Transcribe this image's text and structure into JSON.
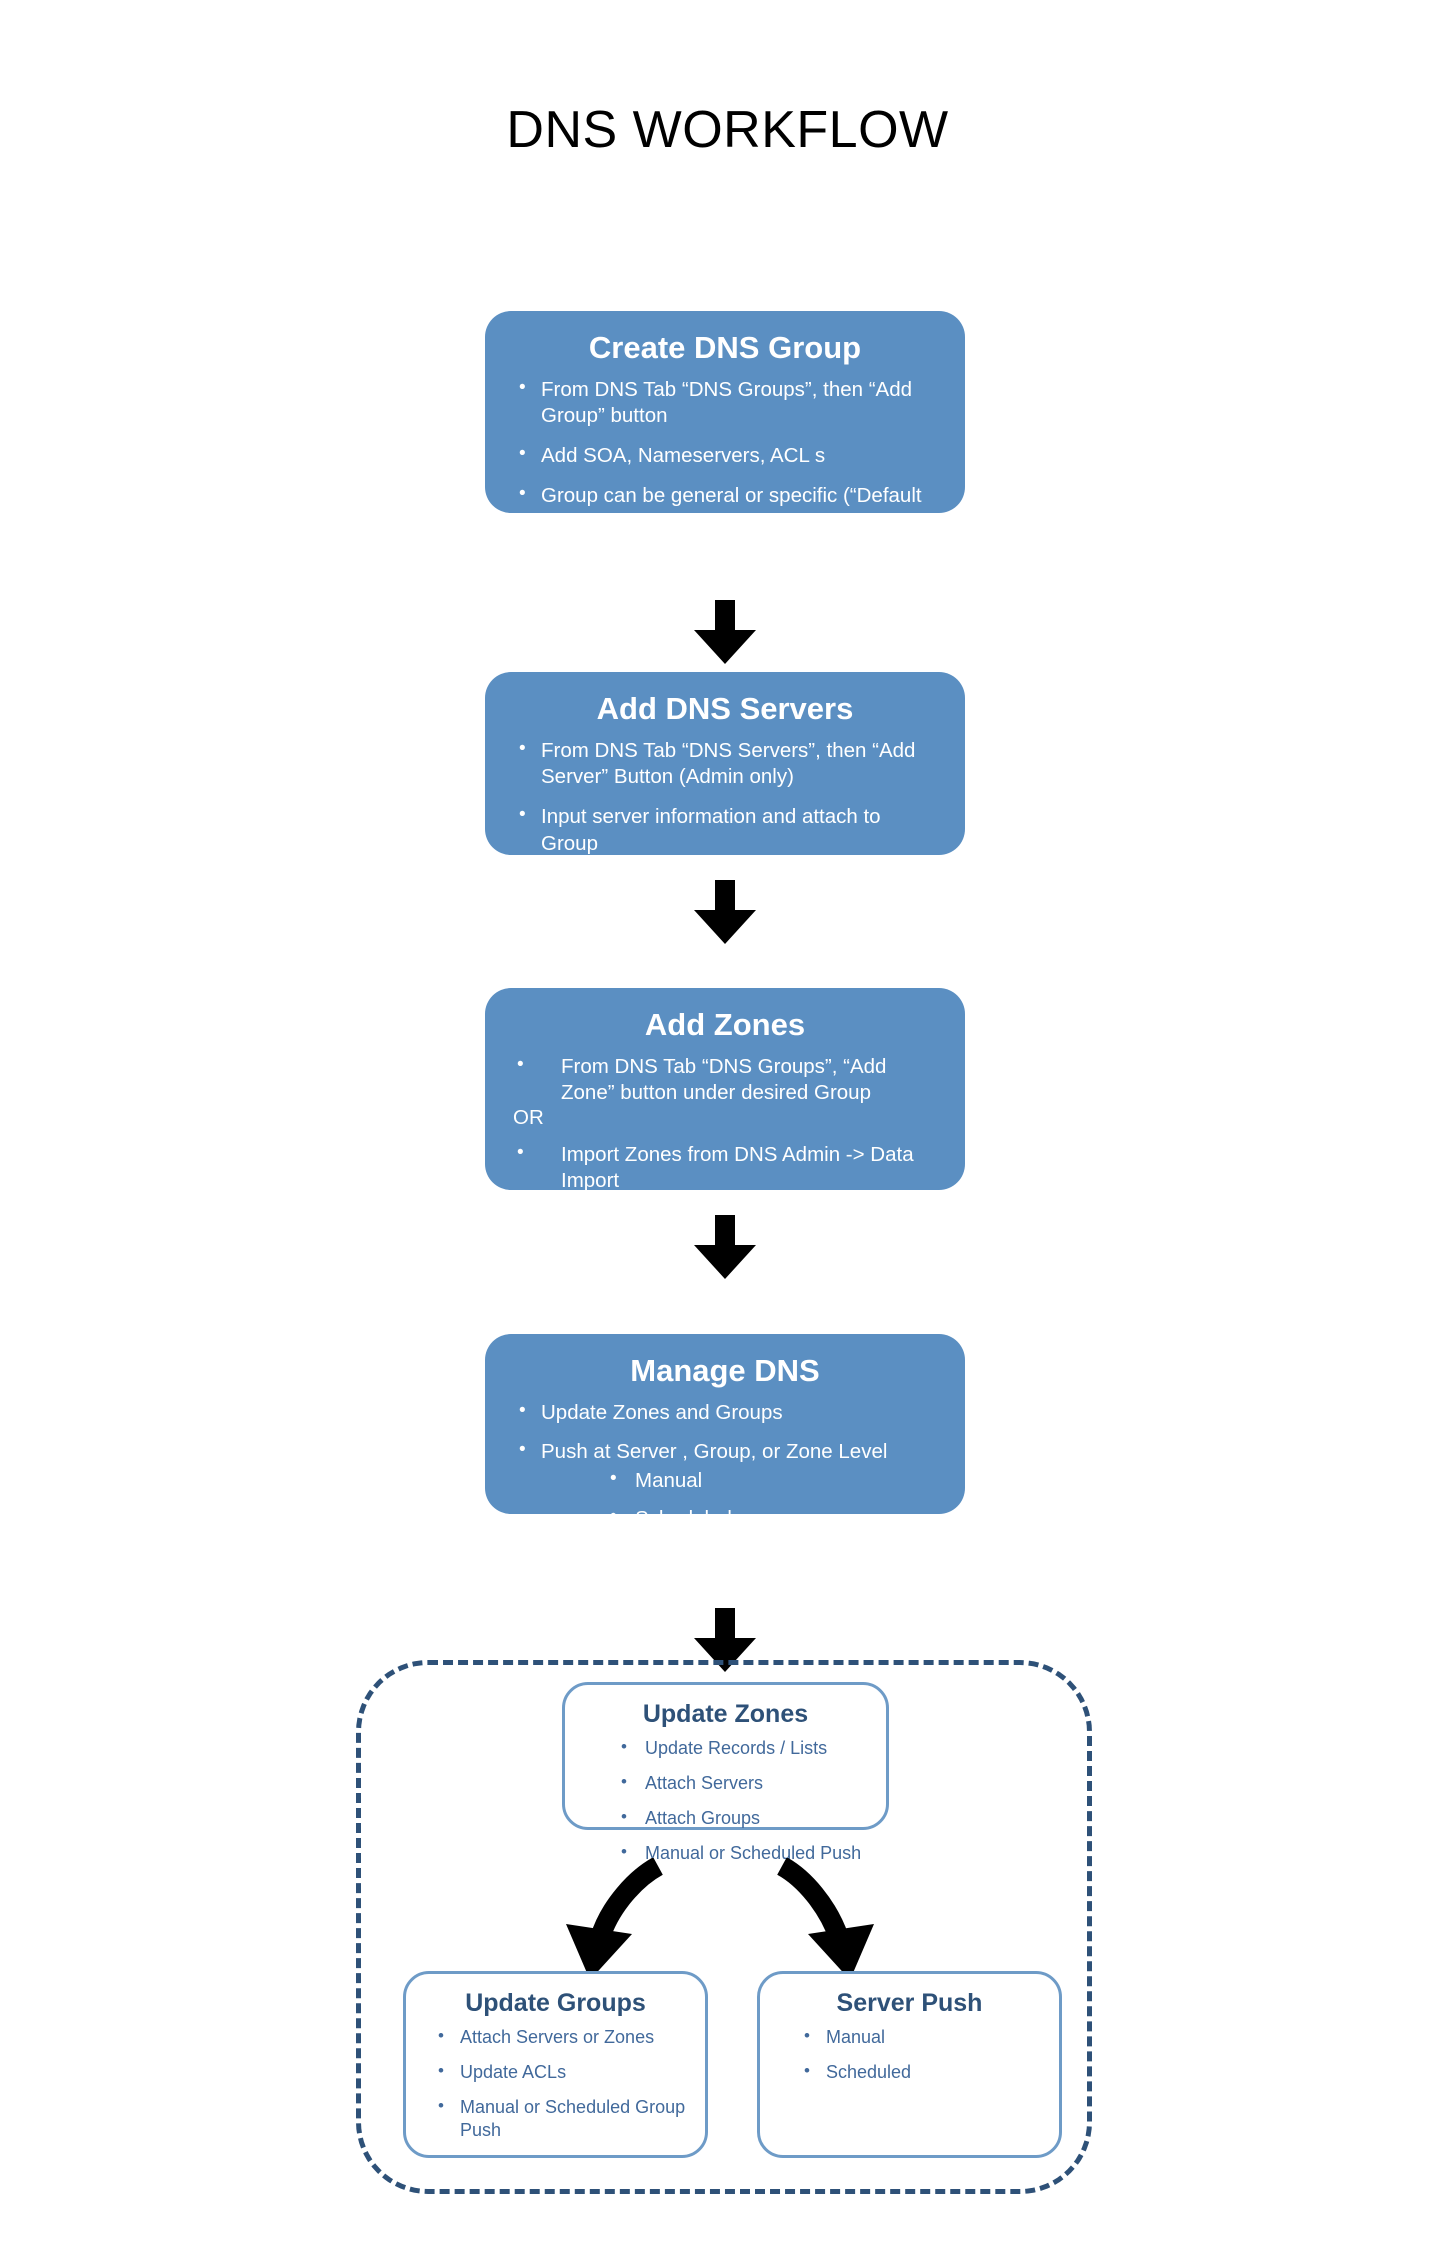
{
  "title": "DNS WORKFLOW",
  "colors": {
    "box_fill": "#5B8FC2",
    "box_text": "#FFFFFF",
    "outline_border": "#6E9BC7",
    "outline_title_text": "#2E5178",
    "outline_body_text": "#41699B",
    "dashed_border": "#2E5178",
    "arrow": "#000000",
    "background": "#FFFFFF"
  },
  "steps": [
    {
      "heading": "Create DNS Group",
      "bullets": [
        "From DNS Tab “DNS Groups”, then “Add Group” button",
        "Add SOA, Nameservers, ACL s",
        "Group can be general or specific (“Default Group” vs. “Group Z Test Servers”)"
      ]
    },
    {
      "heading": "Add DNS Servers",
      "bullets": [
        "From DNS Tab “DNS Servers”, then “Add Server” Button (Admin only)",
        "Input server information and attach to Group"
      ]
    },
    {
      "heading": "Add  Zones",
      "bullets_before_or": [
        "From DNS Tab “DNS Groups”, “Add Zone” button under desired Group"
      ],
      "or_label": "OR",
      "bullets_after_or": [
        "Import Zones from DNS Admin -> Data Import"
      ]
    },
    {
      "heading": "Manage DNS",
      "bullets": [
        "Update Zones and Groups",
        "Push at Server , Group, or Zone Level"
      ],
      "sub_bullets": [
        "Manual",
        "Scheduled"
      ]
    }
  ],
  "detail_group": {
    "update_zones": {
      "heading": "Update Zones",
      "bullets": [
        "Update Records / Lists",
        "Attach Servers",
        "Attach Groups",
        "Manual or Scheduled Push"
      ]
    },
    "update_groups": {
      "heading": "Update Groups",
      "bullets": [
        "Attach Servers or Zones",
        "Update ACLs",
        "Manual or Scheduled Group Push"
      ]
    },
    "server_push": {
      "heading": "Server Push",
      "bullets": [
        "Manual",
        "Scheduled"
      ]
    }
  }
}
